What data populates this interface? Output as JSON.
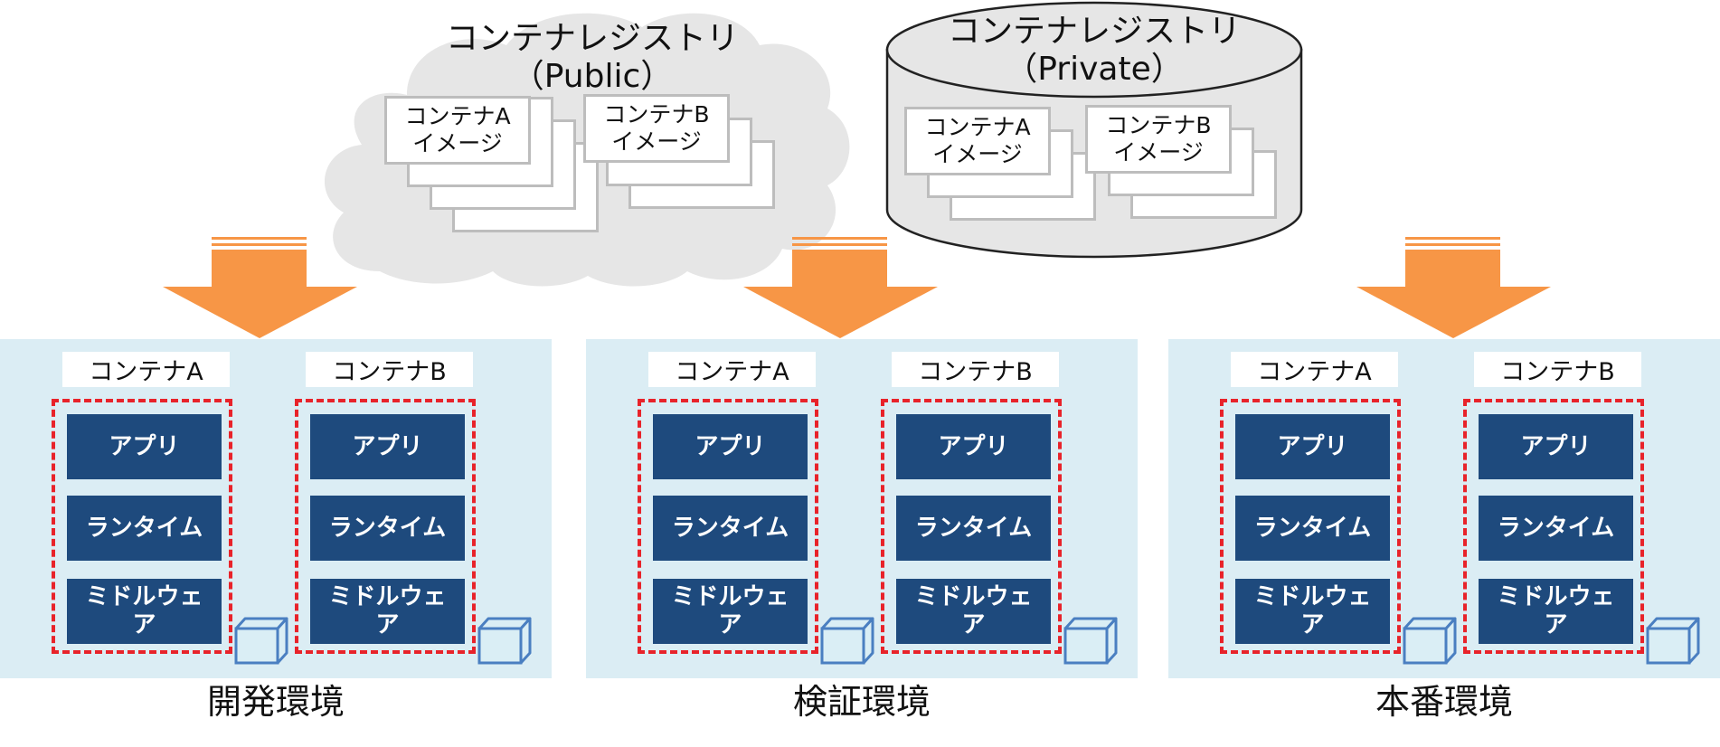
{
  "colors": {
    "cloud_fill": "#e6e6e6",
    "cylinder_fill": "#e6e6e6",
    "arrow": "#f79646",
    "env_background": "#dbedf4",
    "layer_fill": "#1e4a7d",
    "dash_border": "#e8232a",
    "cube_fill": "#daeef5",
    "cube_stroke": "#4a7fc1"
  },
  "registry_public": {
    "title_line1": "コンテナレジストリ",
    "title_line2": "（Public）",
    "image_a_line1": "コンテナA",
    "image_a_line2": "イメージ",
    "image_b_line1": "コンテナB",
    "image_b_line2": "イメージ"
  },
  "registry_private": {
    "title_line1": "コンテナレジストリ",
    "title_line2": "（Private）",
    "image_a_line1": "コンテナA",
    "image_a_line2": "イメージ",
    "image_b_line1": "コンテナB",
    "image_b_line2": "イメージ"
  },
  "environments": [
    {
      "label": "開発環境",
      "containers": [
        {
          "name": "コンテナA",
          "layers": [
            "アプリ",
            "ランタイム",
            "ミドルウェ\nア"
          ]
        },
        {
          "name": "コンテナB",
          "layers": [
            "アプリ",
            "ランタイム",
            "ミドルウェ\nア"
          ]
        }
      ]
    },
    {
      "label": "検証環境",
      "containers": [
        {
          "name": "コンテナA",
          "layers": [
            "アプリ",
            "ランタイム",
            "ミドルウェ\nア"
          ]
        },
        {
          "name": "コンテナB",
          "layers": [
            "アプリ",
            "ランタイム",
            "ミドルウェ\nア"
          ]
        }
      ]
    },
    {
      "label": "本番環境",
      "containers": [
        {
          "name": "コンテナA",
          "layers": [
            "アプリ",
            "ランタイム",
            "ミドルウェ\nア"
          ]
        },
        {
          "name": "コンテナB",
          "layers": [
            "アプリ",
            "ランタイム",
            "ミドルウェ\nア"
          ]
        }
      ]
    }
  ]
}
